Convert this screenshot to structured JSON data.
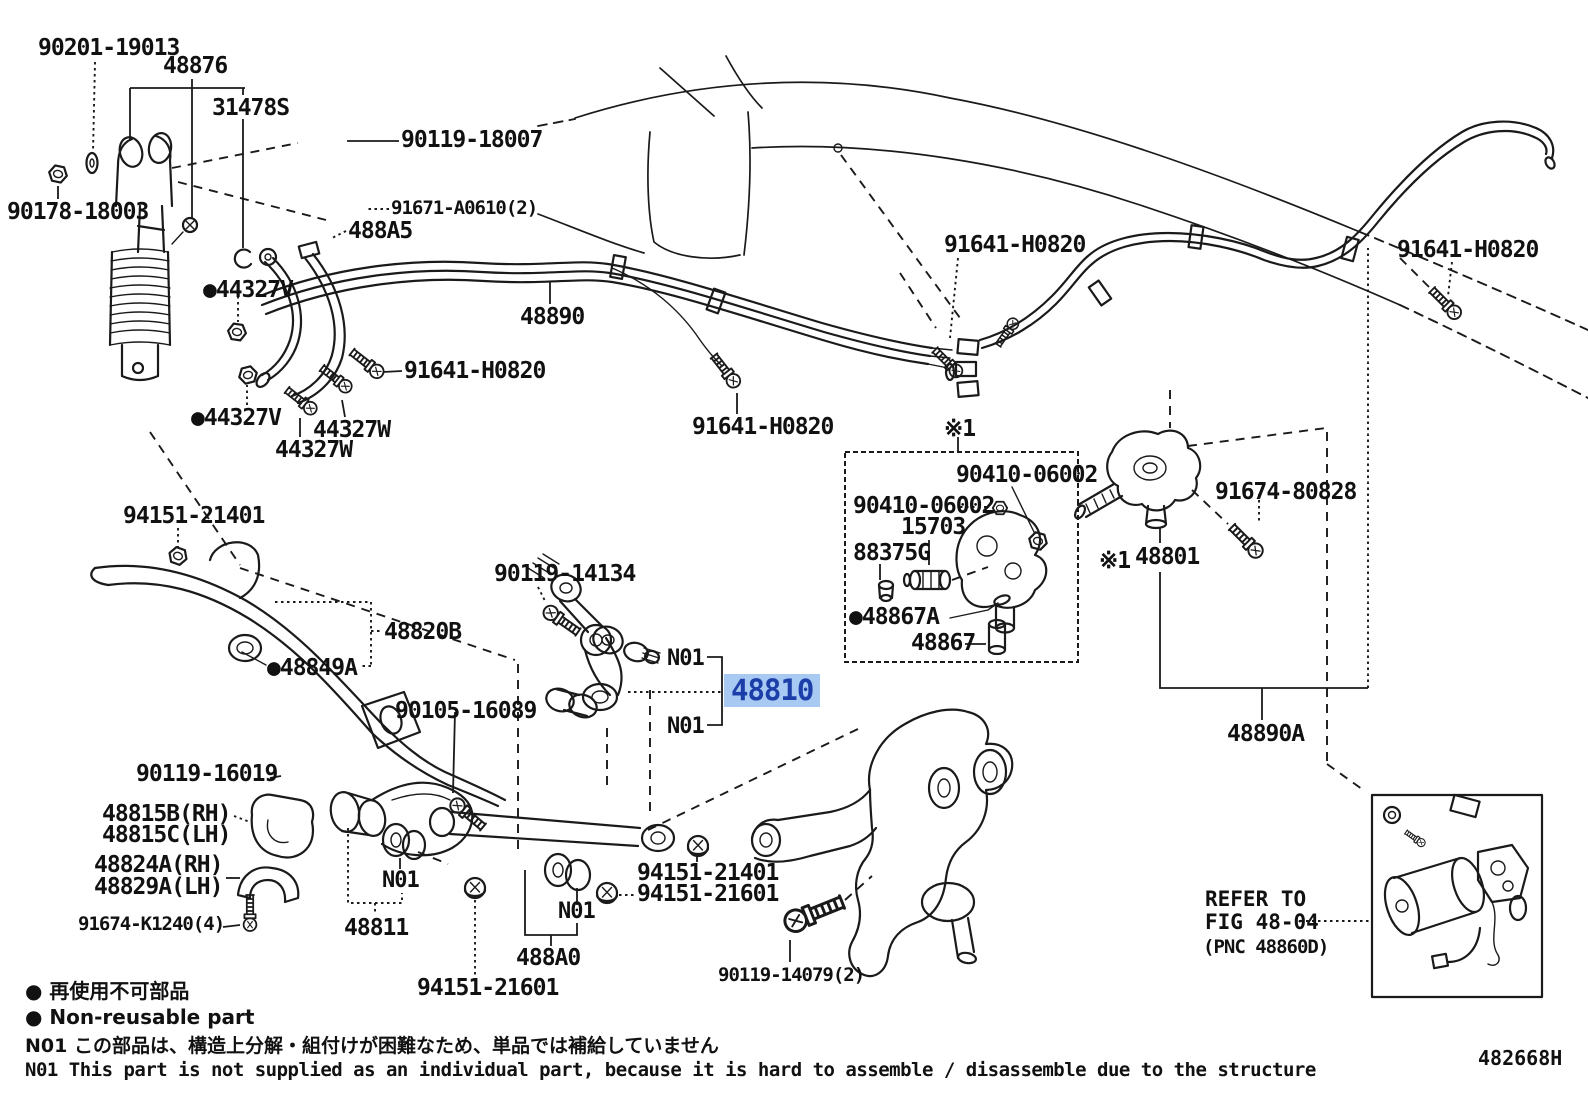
{
  "highlight": {
    "bg": "#a7c9f2",
    "fg": "#1c3ea8"
  },
  "drawing_number": "482668H",
  "labels": [
    {
      "text": "90201-19013"
    },
    {
      "text": "48876"
    },
    {
      "text": "31478S"
    },
    {
      "text": "90119-18007"
    },
    {
      "text": "90178-18003"
    },
    {
      "text": "91671-A0610(2)"
    },
    {
      "text": "488A5"
    },
    {
      "text": "●44327V"
    },
    {
      "text": "48890"
    },
    {
      "text": "91641-H0820"
    },
    {
      "text": "●44327V"
    },
    {
      "text": "44327W"
    },
    {
      "text": "44327W"
    },
    {
      "text": "91641-H0820"
    },
    {
      "text": "91641-H0820"
    },
    {
      "text": "91641-H0820"
    },
    {
      "text": "※1"
    },
    {
      "text": "90410-06002"
    },
    {
      "text": "90410-06002"
    },
    {
      "text": "15703"
    },
    {
      "text": "88375G"
    },
    {
      "text": "●48867A"
    },
    {
      "text": "48867"
    },
    {
      "text": "91674-80828"
    },
    {
      "text": "※1"
    },
    {
      "text": "48801"
    },
    {
      "text": "94151-21401"
    },
    {
      "text": "90119-14134"
    },
    {
      "text": "48820B"
    },
    {
      "text": "●48849A"
    },
    {
      "text": "90105-16089"
    },
    {
      "text": "N01"
    },
    {
      "text": "48810"
    },
    {
      "text": "N01"
    },
    {
      "text": "90119-16019"
    },
    {
      "text": "48815B(RH)"
    },
    {
      "text": "48815C(LH)"
    },
    {
      "text": "48824A(RH)"
    },
    {
      "text": "48829A(LH)"
    },
    {
      "text": "91674-K1240(4)"
    },
    {
      "text": "N01"
    },
    {
      "text": "48811"
    },
    {
      "text": "N01"
    },
    {
      "text": "488A0"
    },
    {
      "text": "94151-21401"
    },
    {
      "text": "94151-21601"
    },
    {
      "text": "94151-21601"
    },
    {
      "text": "90119-14079(2)"
    },
    {
      "text": "48890A"
    }
  ],
  "refer_box": {
    "line1": "REFER TO",
    "line2": "FIG 48-04",
    "line3": "(PNC 48860D)"
  },
  "legend": {
    "jp": "● 再使用不可部品",
    "en": "● Non-reusable part"
  },
  "notes": {
    "jp": "N01 この部品は、構造上分解・組付けが困難なため、単品では補給していません",
    "en": "N01 This part is not supplied as an individual part, because it is hard to assemble / disassemble due to the structure"
  }
}
